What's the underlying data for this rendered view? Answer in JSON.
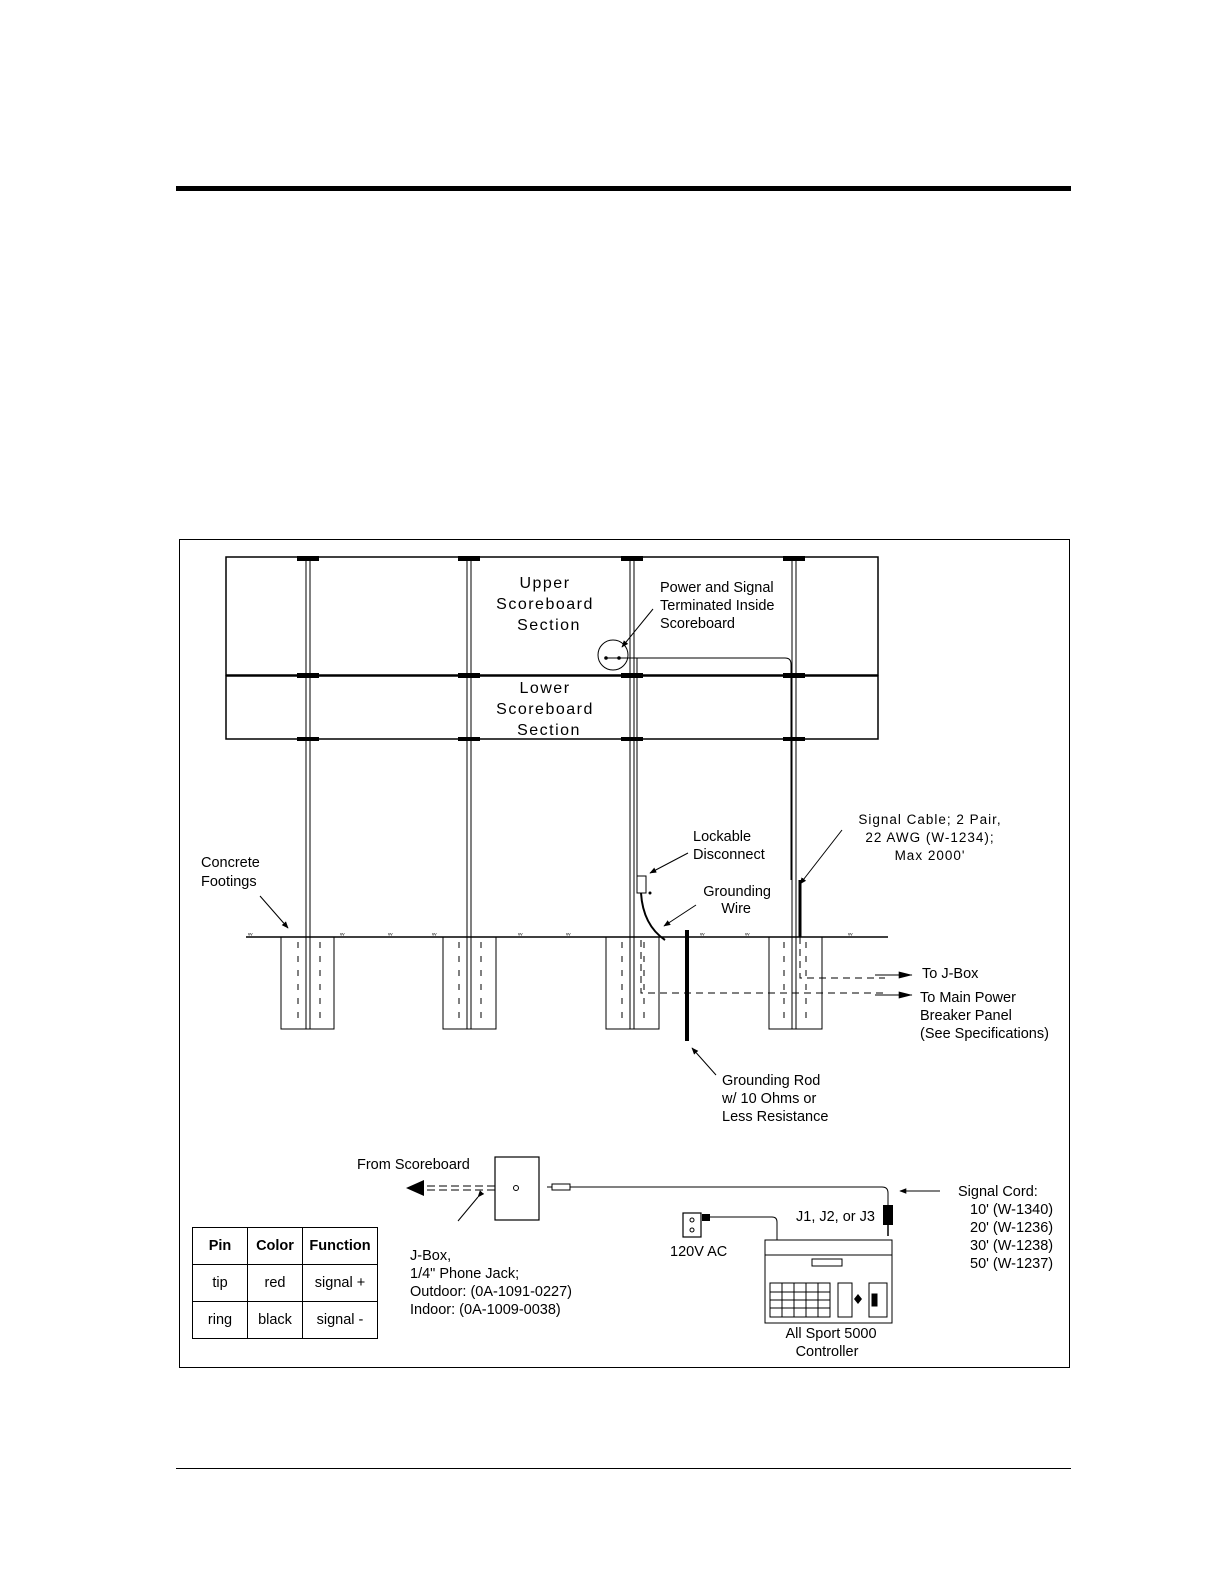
{
  "diagram": {
    "labels": {
      "upper_section": [
        "Upper",
        "Scoreboard",
        "Section"
      ],
      "lower_section": [
        "Lower",
        "Scoreboard",
        "Section"
      ],
      "power_signal": [
        "Power and Signal",
        "Terminated Inside",
        "Scoreboard"
      ],
      "concrete": [
        "Concrete",
        "Footings"
      ],
      "lockable": [
        "Lockable",
        "Disconnect"
      ],
      "grounding_wire": [
        "Grounding",
        "Wire"
      ],
      "signal_cable": [
        "Signal Cable; 2 Pair,",
        "22 AWG (W-1234);",
        "Max 2000'"
      ],
      "to_jbox": "To J-Box",
      "main_power": [
        "To Main Power",
        "Breaker Panel",
        "(See Specifications)"
      ],
      "grounding_rod": [
        "Grounding Rod",
        "w/ 10 Ohms or",
        "Less Resistance"
      ],
      "from_scoreboard": "From Scoreboard",
      "jbox": [
        "J-Box,",
        "1/4\" Phone Jack;",
        "Outdoor: (0A-1091-0227)",
        "Indoor: (0A-1009-0038)"
      ],
      "ac": "120V AC",
      "jacks": "J1, J2, or J3",
      "signal_cord": [
        "Signal Cord:",
        "10' (W-1340)",
        "20' (W-1236)",
        "30' (W-1238)",
        "50' (W-1237)"
      ],
      "controller": [
        "All Sport 5000",
        "Controller"
      ]
    }
  },
  "pin_table": {
    "headers": [
      "Pin",
      "Color",
      "Function"
    ],
    "rows": [
      [
        "tip",
        "red",
        "signal +"
      ],
      [
        "ring",
        "black",
        "signal -"
      ]
    ]
  }
}
